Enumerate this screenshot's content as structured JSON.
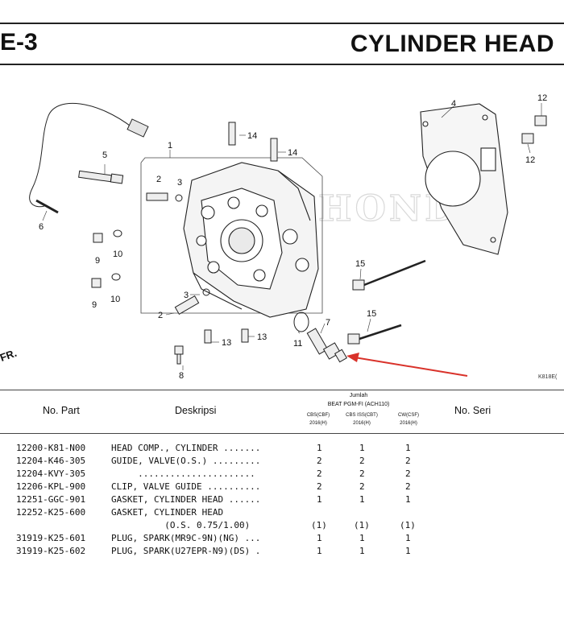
{
  "header": {
    "section_code": "E-3",
    "title": "CYLINDER HEAD"
  },
  "diagram": {
    "callouts": [
      "1",
      "2",
      "2",
      "3",
      "3",
      "4",
      "5",
      "6",
      "7",
      "8",
      "9",
      "9",
      "10",
      "10",
      "11",
      "12",
      "12",
      "13",
      "13",
      "14",
      "14",
      "15",
      "15"
    ],
    "front_mark": "FR.",
    "watermark": "HONDA",
    "ref_code": "K818E(",
    "highlight_color": "#d9322a"
  },
  "table": {
    "columns": {
      "part_no": "No. Part",
      "description": "Deskripsi",
      "qty_group": "Jumlah",
      "model": "BEAT PGM-FI (ACH110)",
      "variants": [
        {
          "name": "CBS(CBF)",
          "year": "2016(H)"
        },
        {
          "name": "CBS ISS(CBT)",
          "year": "2016(H)"
        },
        {
          "name": "CW(CSF)",
          "year": "2016(H)"
        }
      ],
      "serial": "No. Seri"
    },
    "rows": [
      {
        "part": "12200-K81-N00",
        "desc": "HEAD COMP., CYLINDER .......",
        "q1": "1",
        "q2": "1",
        "q3": "1"
      },
      {
        "part": "12204-K46-305",
        "desc": "GUIDE, VALVE(O.S.) .........",
        "q1": "2",
        "q2": "2",
        "q3": "2"
      },
      {
        "part": "12204-KVY-305",
        "desc": "     ......................",
        "q1": "2",
        "q2": "2",
        "q3": "2"
      },
      {
        "part": "12206-KPL-900",
        "desc": "CLIP, VALVE GUIDE ..........",
        "q1": "2",
        "q2": "2",
        "q3": "2"
      },
      {
        "part": "12251-GGC-901",
        "desc": "GASKET, CYLINDER HEAD ......",
        "q1": "1",
        "q2": "1",
        "q3": "1"
      },
      {
        "part": "12252-K25-600",
        "desc": "GASKET, CYLINDER HEAD",
        "q1": "",
        "q2": "",
        "q3": ""
      },
      {
        "part": "",
        "desc": "          (O.S. 0.75/1.00)",
        "q1": "(1)",
        "q2": "(1)",
        "q3": "(1)"
      },
      {
        "part": "31919-K25-601",
        "desc": "PLUG, SPARK(MR9C-9N)(NG) ...",
        "q1": "1",
        "q2": "1",
        "q3": "1"
      },
      {
        "part": "31919-K25-602",
        "desc": "PLUG, SPARK(U27EPR-N9)(DS) .",
        "q1": "1",
        "q2": "1",
        "q3": "1"
      }
    ]
  }
}
